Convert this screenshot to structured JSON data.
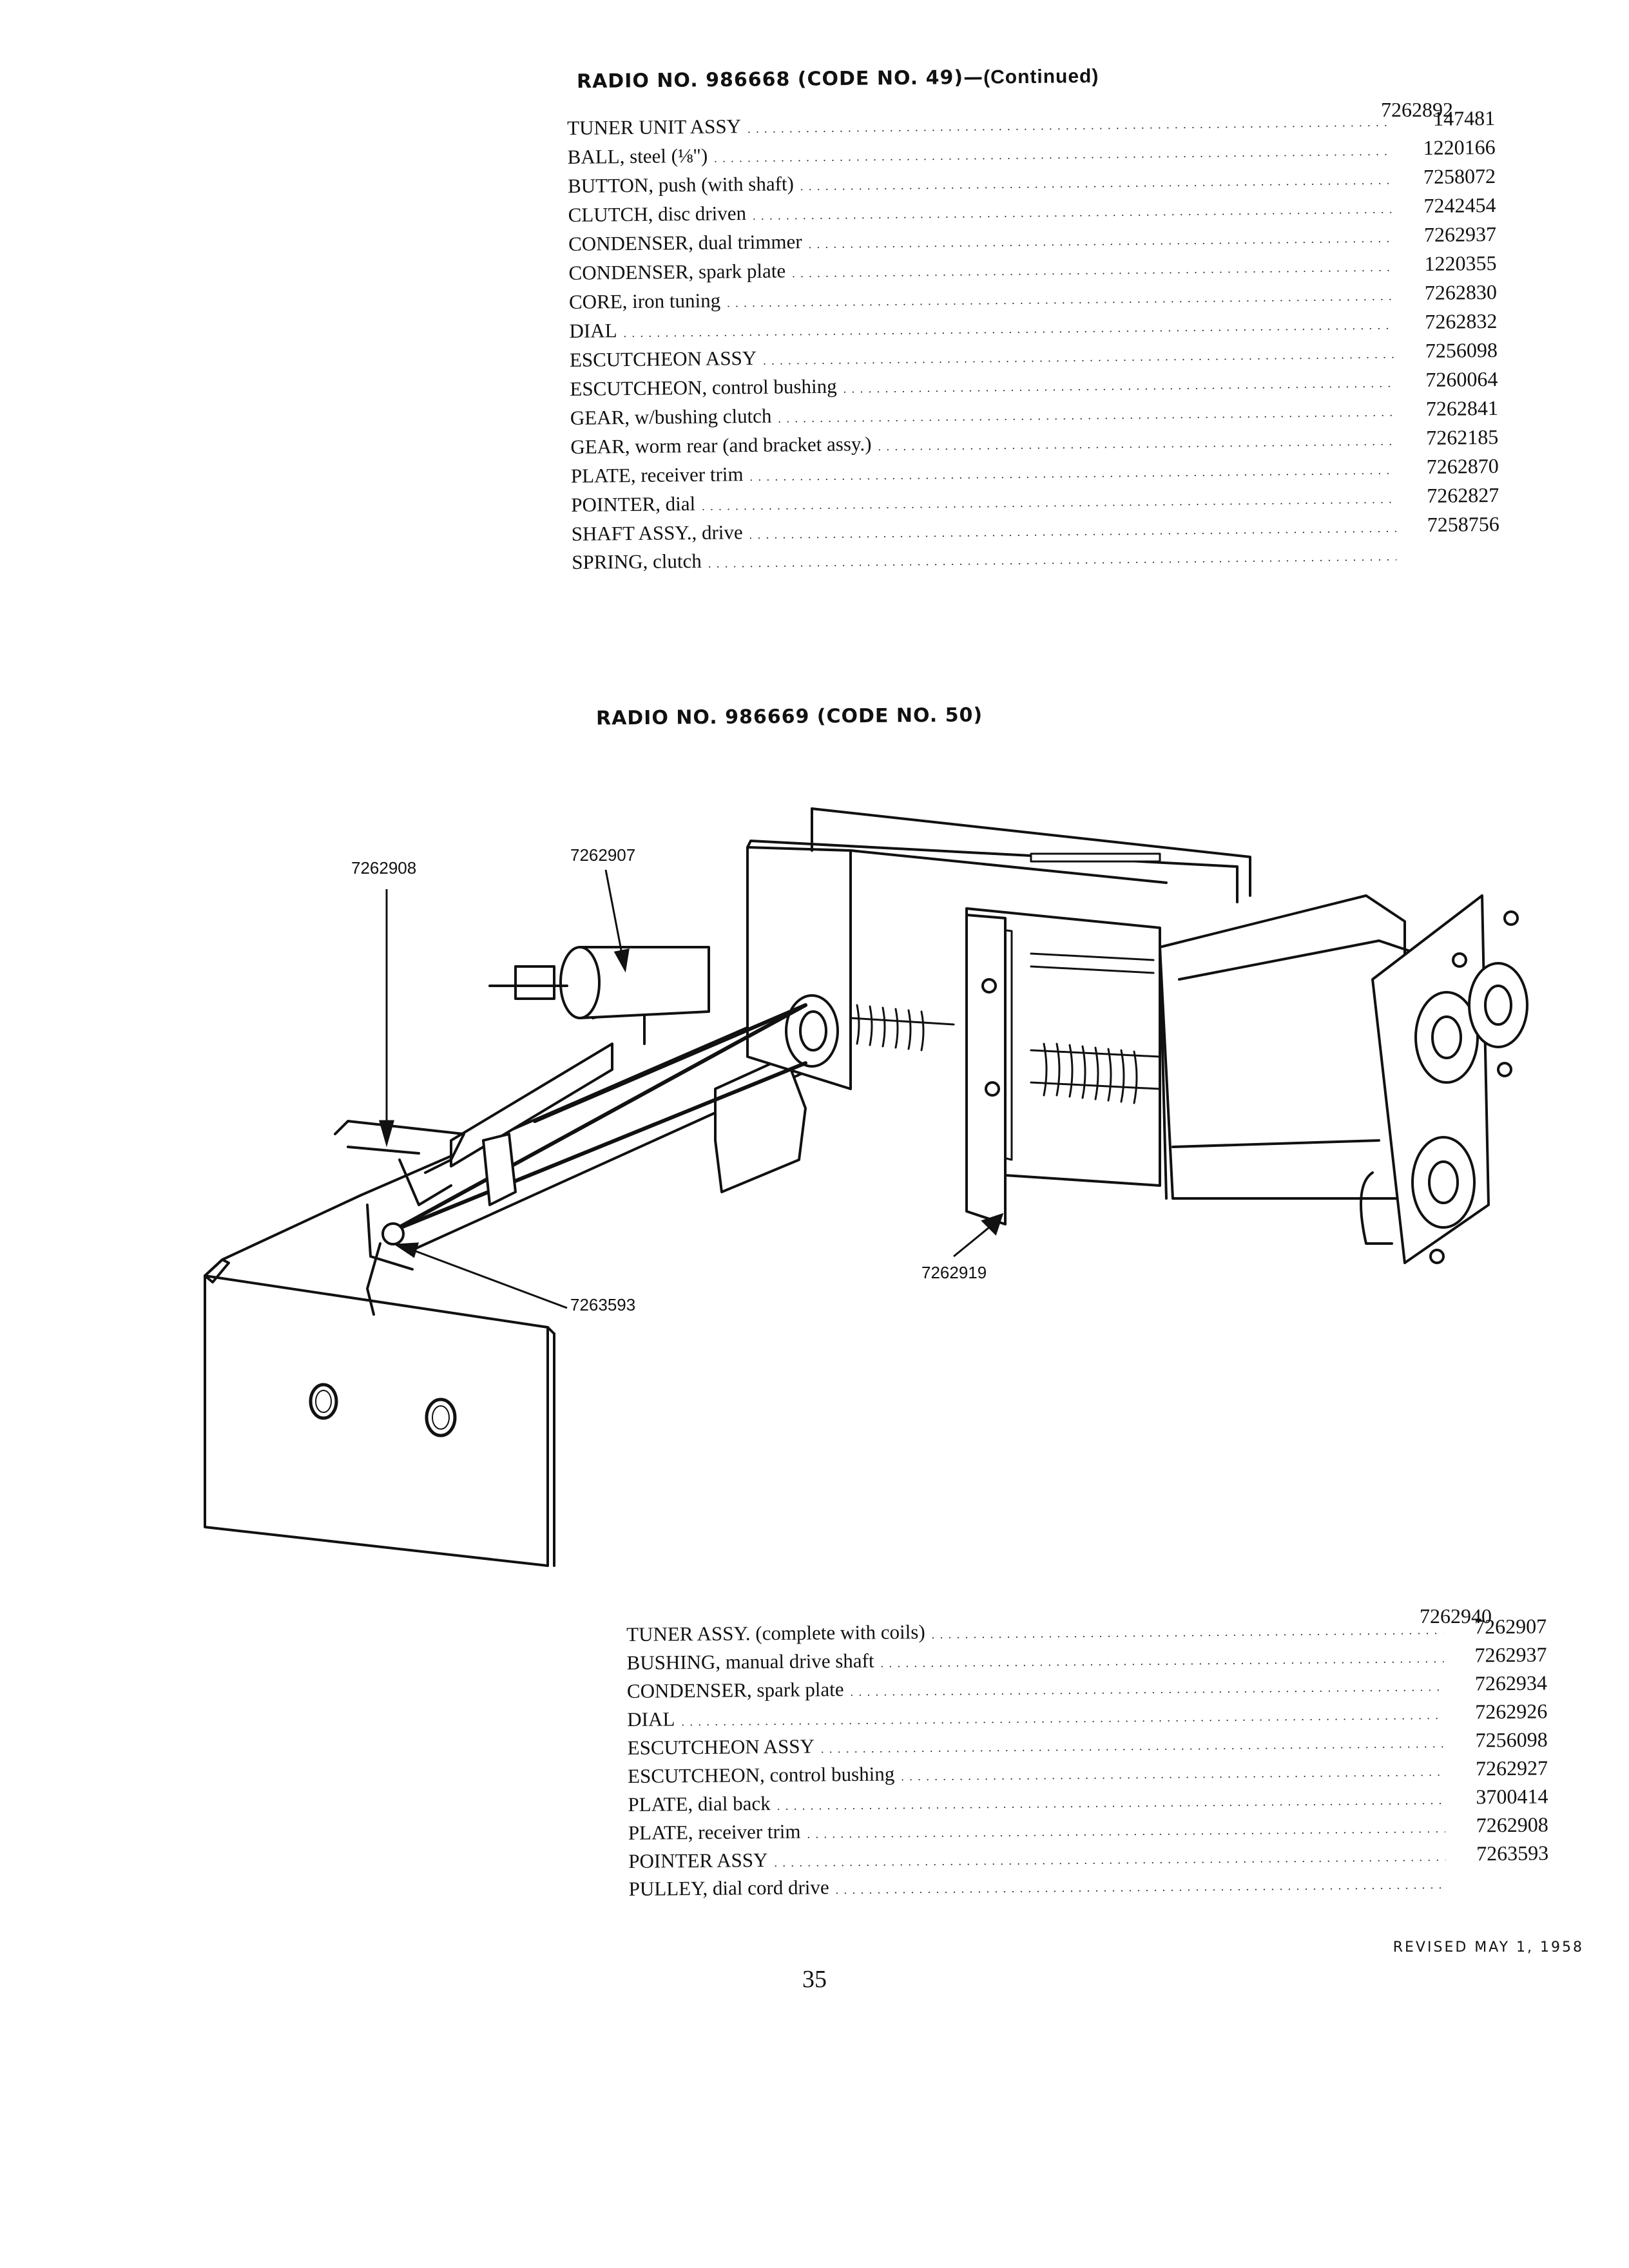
{
  "section1": {
    "heading_main": "RADIO NO. 986668 (CODE NO. 49)—",
    "heading_cont": "(Continued)",
    "first_number": "7262892",
    "items": [
      {
        "label": "TUNER UNIT ASSY",
        "number": "147481"
      },
      {
        "label": "BALL, steel (⅛\")",
        "number": "1220166"
      },
      {
        "label": "BUTTON, push (with shaft)",
        "number": "7258072"
      },
      {
        "label": "CLUTCH, disc driven",
        "number": "7242454"
      },
      {
        "label": "CONDENSER, dual trimmer",
        "number": "7262937"
      },
      {
        "label": "CONDENSER, spark plate",
        "number": "1220355"
      },
      {
        "label": "CORE, iron tuning",
        "number": "7262830"
      },
      {
        "label": "DIAL",
        "number": "7262832"
      },
      {
        "label": "ESCUTCHEON ASSY",
        "number": "7256098"
      },
      {
        "label": "ESCUTCHEON, control bushing",
        "number": "7260064"
      },
      {
        "label": "GEAR, w/bushing clutch",
        "number": "7262841"
      },
      {
        "label": "GEAR, worm rear (and bracket assy.)",
        "number": "7262185"
      },
      {
        "label": "PLATE, receiver trim",
        "number": "7262870"
      },
      {
        "label": "POINTER, dial",
        "number": "7262827"
      },
      {
        "label": "SHAFT ASSY., drive",
        "number": "7258756"
      },
      {
        "label": "SPRING, clutch",
        "number": ""
      }
    ]
  },
  "section2": {
    "heading": "RADIO NO. 986669 (CODE NO. 50)",
    "first_number": "7262940",
    "items": [
      {
        "label": "TUNER ASSY. (complete with coils)",
        "number": "7262907"
      },
      {
        "label": "BUSHING, manual drive shaft",
        "number": "7262937"
      },
      {
        "label": "CONDENSER, spark plate",
        "number": "7262934"
      },
      {
        "label": "DIAL",
        "number": "7262926"
      },
      {
        "label": "ESCUTCHEON ASSY",
        "number": "7256098"
      },
      {
        "label": "ESCUTCHEON, control bushing",
        "number": "7262927"
      },
      {
        "label": "PLATE, dial back",
        "number": "3700414"
      },
      {
        "label": "PLATE, receiver trim",
        "number": "7262908"
      },
      {
        "label": "POINTER ASSY",
        "number": "7263593"
      },
      {
        "label": "PULLEY, dial cord drive",
        "number": ""
      }
    ]
  },
  "diagram": {
    "callouts": {
      "plate_trim": "7262908",
      "tuner_assy": "7262907",
      "condenser": "7262919",
      "pointer": "7263593"
    }
  },
  "footer": {
    "revised": "REVISED MAY 1, 1958",
    "page_number": "35"
  }
}
